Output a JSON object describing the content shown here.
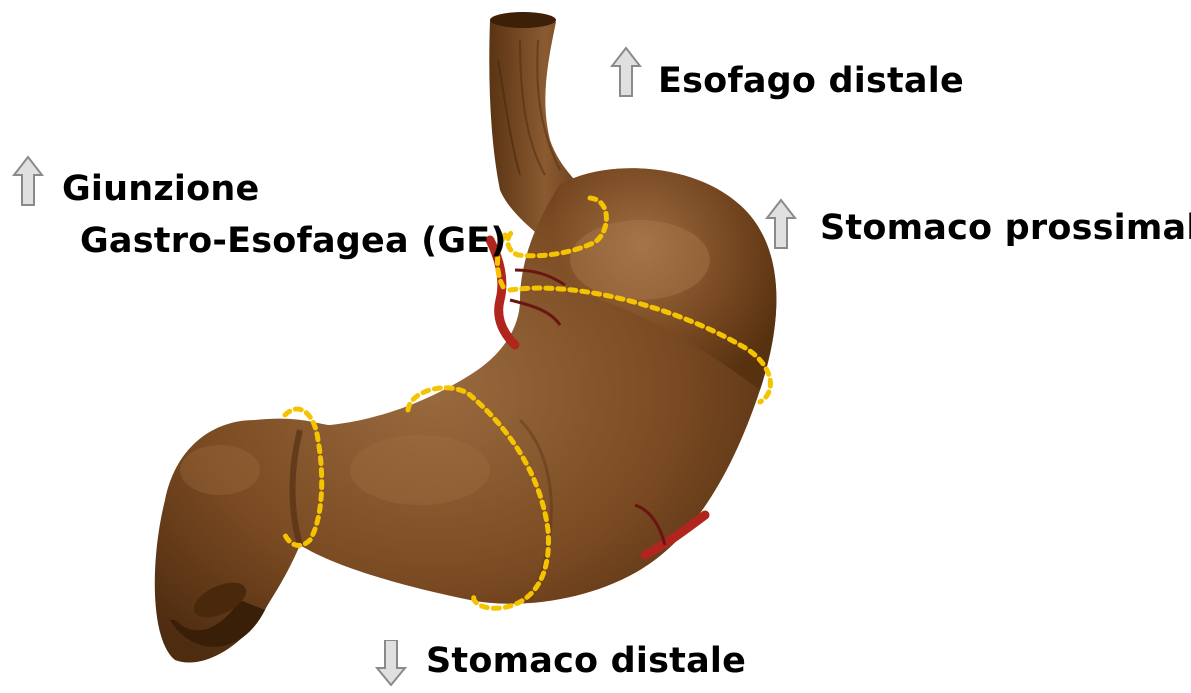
{
  "labels": {
    "esofago_distale": "Esofago distale",
    "giunzione_line1": "Giunzione",
    "giunzione_line2": "Gastro-Esofagea (GE)",
    "stomaco_prossimale": "Stomaco prossimale",
    "stomaco_distale": "Stomaco distale"
  },
  "arrows": {
    "esofago_distale": "up",
    "giunzione": "up",
    "stomaco_prossimale": "up",
    "stomaco_distale": "down"
  },
  "colors": {
    "stomach_fill": "#7a4a22",
    "stomach_shadow": "#4e2c10",
    "stomach_highlight": "#a57447",
    "region_outline": "#f5c400",
    "arrow_fill": "#e0e0e0",
    "arrow_stroke": "#8a8a8a",
    "vessel": "#b0261e"
  }
}
